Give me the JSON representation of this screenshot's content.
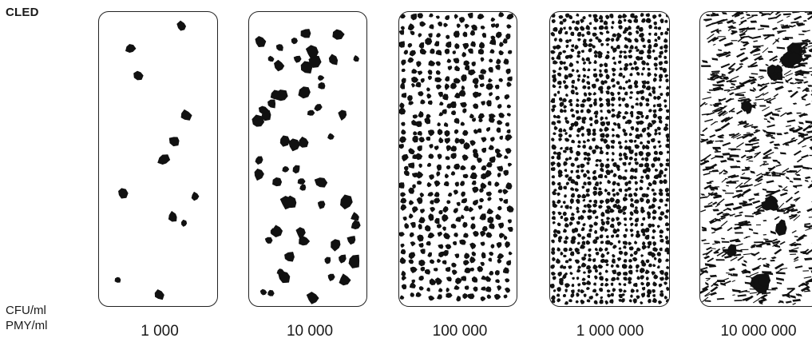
{
  "medium_label": "CLED",
  "unit_labels": [
    "CFU/ml",
    "PMY/ml"
  ],
  "colonies_color": "#111111",
  "panels": [
    {
      "label": "1 000"
    },
    {
      "label": "10 000"
    },
    {
      "label": "100 000"
    },
    {
      "label": "1 000 000"
    },
    {
      "label": "10 000 000"
    }
  ]
}
